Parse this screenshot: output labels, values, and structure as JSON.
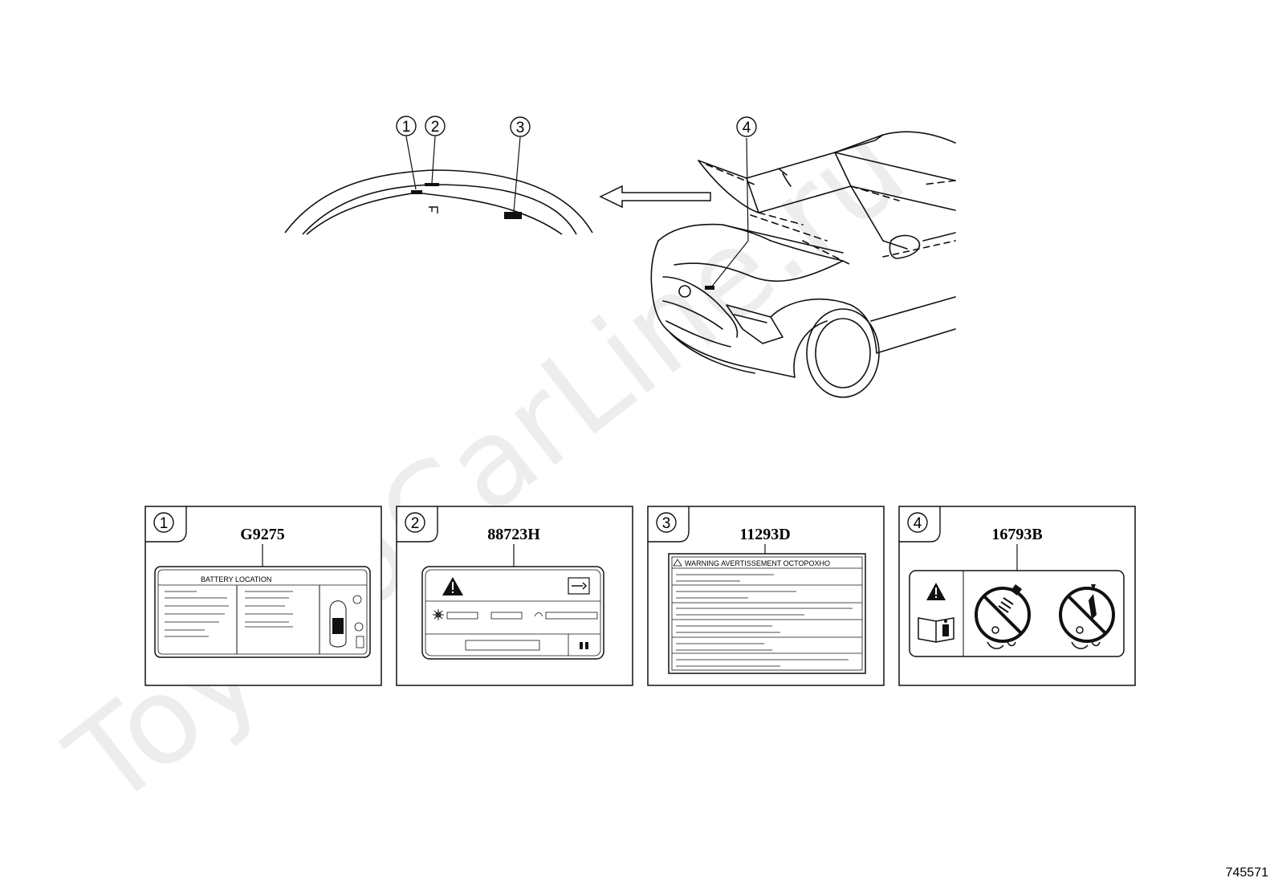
{
  "watermark": "ToyotaCarLine.ru",
  "diagram_id": "745571",
  "callouts": [
    "1",
    "2",
    "3",
    "4"
  ],
  "labels": [
    {
      "index": "1",
      "part_number": "G9275",
      "text": "BATTERY LOCATION"
    },
    {
      "index": "2",
      "part_number": "88723H"
    },
    {
      "index": "3",
      "part_number": "11293D",
      "text": "WARNING  AVERTISSEMENT  OCTOPOXHO"
    },
    {
      "index": "4",
      "part_number": "16793B"
    }
  ],
  "icons": [
    "warning-triangle-icon",
    "wrench-icon",
    "fan-icon",
    "manual-info-icon",
    "no-hand-fan-icon",
    "no-tool-fan-icon"
  ]
}
